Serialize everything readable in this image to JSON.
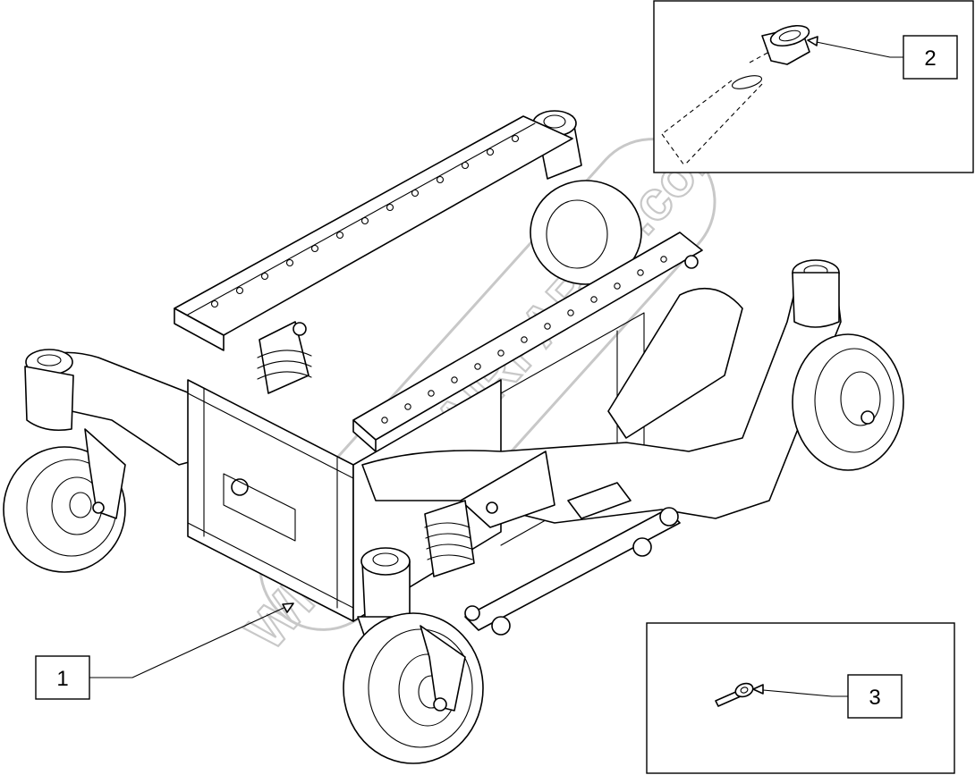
{
  "diagram": {
    "watermark": "WHEELCHAIRPARTS.com",
    "callouts": [
      {
        "id": "1",
        "label": "1"
      },
      {
        "id": "2",
        "label": "2"
      },
      {
        "id": "3",
        "label": "3"
      }
    ]
  }
}
